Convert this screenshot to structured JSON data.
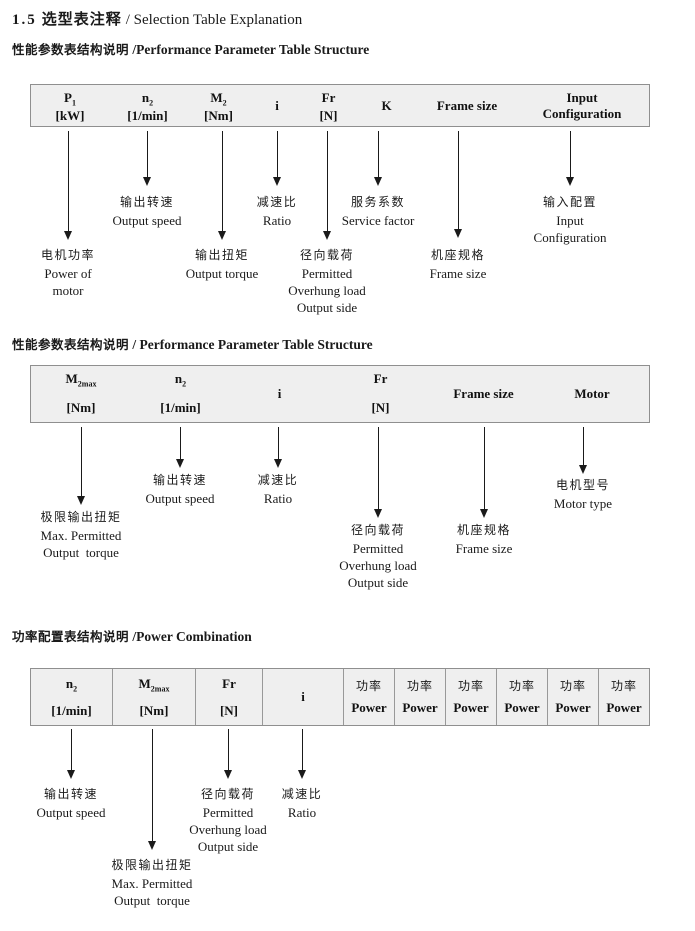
{
  "title": {
    "num": "1.5",
    "cn": "选型表注释",
    "en": "/ Selection Table Explanation"
  },
  "section1": {
    "heading": {
      "cn": "性能参数表结构说明",
      "en": " /Performance Parameter Table Structure"
    },
    "table": {
      "cols": [
        {
          "sym": "P",
          "sub": "1",
          "unit": "[kW]"
        },
        {
          "sym": "n",
          "sub": "2",
          "unit": "[1/min]"
        },
        {
          "sym": "M",
          "sub": "2",
          "unit": "[Nm]"
        },
        {
          "label": "i"
        },
        {
          "sym": "Fr",
          "sub": "",
          "unit": "[N]"
        },
        {
          "label": "K"
        },
        {
          "label": "Frame size"
        },
        {
          "line1": "Input",
          "line2": "Configuration"
        }
      ]
    },
    "ann": [
      {
        "cn": "电机功率",
        "en": [
          "Power of",
          "motor"
        ]
      },
      {
        "cn": "输出转速",
        "en": [
          "Output speed"
        ]
      },
      {
        "cn": "输出扭矩",
        "en": [
          "Output torque"
        ]
      },
      {
        "cn": "减速比",
        "en": [
          "Ratio"
        ]
      },
      {
        "cn": "径向载荷",
        "en": [
          "Permitted",
          "Overhung load",
          "Output side"
        ]
      },
      {
        "cn": "服务系数",
        "en": [
          "Service factor"
        ]
      },
      {
        "cn": "机座规格",
        "en": [
          "Frame size"
        ]
      },
      {
        "cn": "输入配置",
        "en": [
          "Input",
          "Configuration"
        ]
      }
    ]
  },
  "section2": {
    "heading": {
      "cn": "性能参数表结构说明",
      "en": " / Performance Parameter Table Structure"
    },
    "table": {
      "cols": [
        {
          "sym": "M",
          "sub": "2max",
          "unit": "[Nm]"
        },
        {
          "sym": "n",
          "sub": "2",
          "unit": "[1/min]"
        },
        {
          "label": "i"
        },
        {
          "sym": "Fr",
          "sub": "",
          "unit": "[N]"
        },
        {
          "label": "Frame size"
        },
        {
          "label": "Motor"
        }
      ]
    },
    "ann": [
      {
        "cn": "极限输出扭矩",
        "en": [
          "Max. Permitted",
          "Output  torque"
        ]
      },
      {
        "cn": "输出转速",
        "en": [
          "Output speed"
        ]
      },
      {
        "cn": "减速比",
        "en": [
          "Ratio"
        ]
      },
      {
        "cn": "径向载荷",
        "en": [
          "Permitted",
          "Overhung load",
          "Output side"
        ]
      },
      {
        "cn": "机座规格",
        "en": [
          "Frame size"
        ]
      },
      {
        "cn": "电机型号",
        "en": [
          "Motor type"
        ]
      }
    ]
  },
  "section3": {
    "heading": {
      "cn": "功率配置表结构说明",
      "en": " /Power Combination"
    },
    "table": {
      "cols": [
        {
          "sym": "n",
          "sub": "2",
          "unit": "[1/min]"
        },
        {
          "sym": "M",
          "sub": "2max",
          "unit": "[Nm]"
        },
        {
          "sym": "Fr",
          "sub": "",
          "unit": "[N]"
        },
        {
          "label": "i"
        }
      ],
      "power_cols": [
        {
          "cn": "功率",
          "en": "Power"
        },
        {
          "cn": "功率",
          "en": "Power"
        },
        {
          "cn": "功率",
          "en": "Power"
        },
        {
          "cn": "功率",
          "en": "Power"
        },
        {
          "cn": "功率",
          "en": "Power"
        },
        {
          "cn": "功率",
          "en": "Power"
        }
      ]
    },
    "ann": [
      {
        "cn": "输出转速",
        "en": [
          "Output speed"
        ]
      },
      {
        "cn": "极限输出扭矩",
        "en": [
          "Max. Permitted",
          "Output  torque"
        ]
      },
      {
        "cn": "径向载荷",
        "en": [
          "Permitted",
          "Overhung load",
          "Output side"
        ]
      },
      {
        "cn": "减速比",
        "en": [
          "Ratio"
        ]
      }
    ]
  }
}
